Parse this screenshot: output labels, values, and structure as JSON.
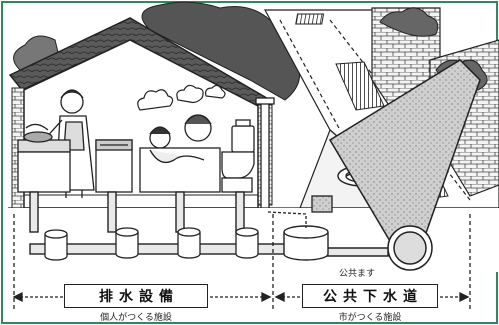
{
  "labels": {
    "house_section": "排水設備",
    "house_sub": "個人がつくる施設",
    "public_section": "公共下水道",
    "public_sub": "市がつくる施設",
    "public_basin": "公共ます"
  },
  "colors": {
    "frame": "#2e8b57",
    "line": "#222222",
    "pipe_fill": "#e9e9e9",
    "dark_shade": "#6e6e6e",
    "smoke": "#666666"
  },
  "icons": [
    "house-diagram",
    "person-washing",
    "children-figures",
    "washing-machine",
    "toilet-icon",
    "manhole-icon",
    "brick-building",
    "sewer-main-pipe"
  ]
}
